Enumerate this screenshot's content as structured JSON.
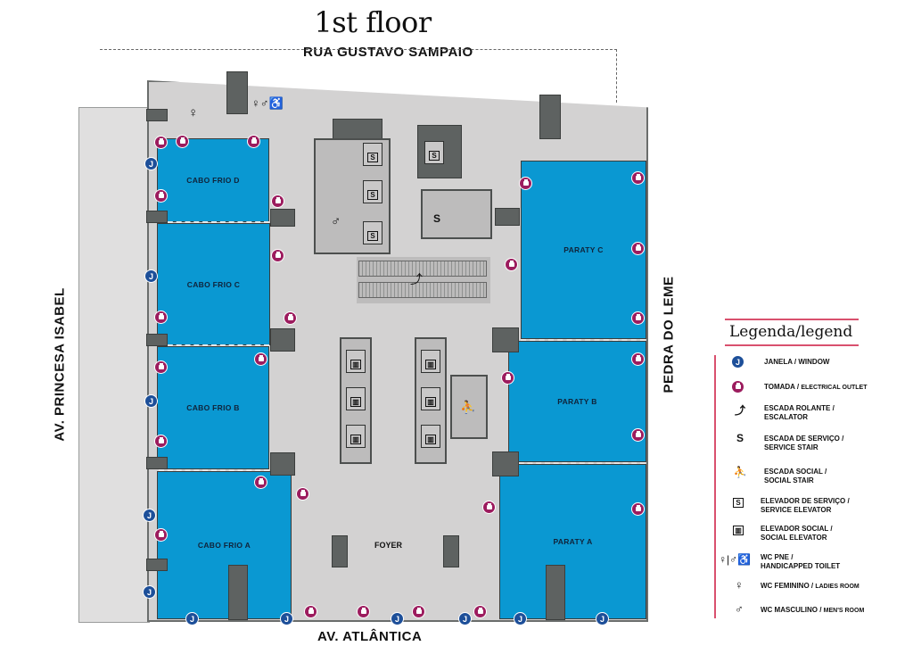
{
  "title": "1st floor",
  "streets": {
    "top": "RUA GUSTAVO SAMPAIO",
    "left": "AV. PRINCESA ISABEL",
    "right": "PEDRA DO LEME",
    "bottom": "AV. ATLÂNTICA"
  },
  "rooms": {
    "cabo_frio_d": "CABO FRIO D",
    "cabo_frio_c": "CABO FRIO C",
    "cabo_frio_b": "CABO FRIO B",
    "cabo_frio_a": "CABO FRIO A",
    "paraty_c": "PARATY C",
    "paraty_b": "PARATY  B",
    "paraty_a": "PARATY A",
    "foyer": "FOYER"
  },
  "icons": {
    "window": "J",
    "service_stair": "S",
    "service_elevator": "S"
  },
  "legend": {
    "title": "Legenda/legend",
    "items": [
      {
        "icon": "window-icon",
        "pt": "JANELA / ",
        "en": "WINDOW"
      },
      {
        "icon": "outlet-icon",
        "pt": "TOMADA / ",
        "en": "ELECTRICAL OUTLET"
      },
      {
        "icon": "escalator-icon",
        "pt": "ESCADA ROLANTE /",
        "en": "ESCALATOR"
      },
      {
        "icon": "service-stair-icon",
        "pt": "ESCADA DE SERVIÇO /",
        "en": "SERVICE STAIR"
      },
      {
        "icon": "social-stair-icon",
        "pt": "ESCADA SOCIAL /",
        "en": "SOCIAL STAIR"
      },
      {
        "icon": "service-elevator-icon",
        "pt": "ELEVADOR DE SERVIÇO /",
        "en": "SERVICE ELEVATOR"
      },
      {
        "icon": "social-elevator-icon",
        "pt": "ELEVADOR SOCIAL /",
        "en": "SOCIAL ELEVATOR"
      },
      {
        "icon": "handicapped-toilet-icon",
        "pt": "WC PNE /",
        "en": "HANDICAPPED TOILET"
      },
      {
        "icon": "ladies-room-icon",
        "pt": "WC FEMININO / ",
        "en": "LADIES ROOM"
      },
      {
        "icon": "mens-room-icon",
        "pt": "WC MASCULINO / ",
        "en": "MEN'S ROOM"
      }
    ]
  },
  "colors": {
    "room": "#0a98d2",
    "window": "#1d4f99",
    "outlet": "#9c1c5e",
    "legend_line": "#d9506e"
  }
}
